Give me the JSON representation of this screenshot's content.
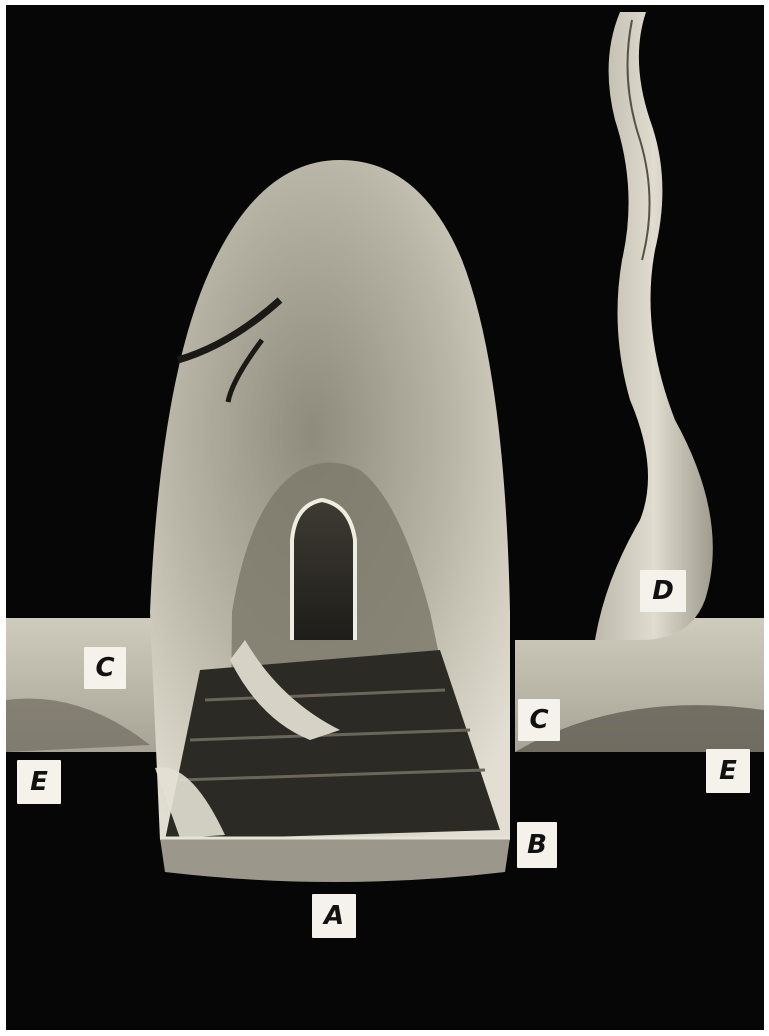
{
  "labels": {
    "a": "A",
    "b": "B",
    "c_left": "C",
    "c_right": "C",
    "d": "D",
    "e_left": "E",
    "e_right": "E"
  },
  "colors": {
    "background": "#060606",
    "frame": "#ffffff",
    "rock_light": "#d9d6c8",
    "rock_mid": "#a9a596",
    "rock_dark": "#4a473f"
  }
}
